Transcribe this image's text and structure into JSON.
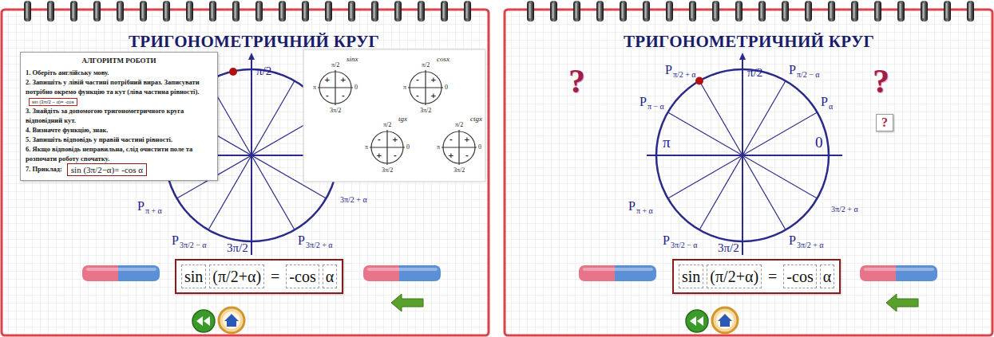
{
  "diagram": {
    "title": "ТРИГОНОМЕТРИЧНИЙ КРУГ",
    "nodes": [
      {
        "text": [
          "АЛГОРИТМ РОБОТИ",
          "1. Оберіть англійську мову.",
          "2. Запишіть у лівій частині потрібний вираз. Записувати потрібно окремо функцію та кут (ліва частина рівності).",
          "3. Знайдіть за допомогою тригонометричного круга відповідний кут.",
          "4. Визначте функцію, знак.",
          "5. Запишіть відповідь у правій частині рівності.",
          "6. Якщо відповідь неправильна, слід очистити поле та розпочати роботу спочатку.",
          "7. Приклад:"
        ]
      },
      {
        "text": [
          "sin (3π/2 − α)= -cos"
        ],
        "in": 0
      },
      {
        "text": [
          "sin (3π/2−α)= -cos α"
        ],
        "in": 0
      },
      {
        "text": [
          "="
        ]
      },
      {
        "text": [
          "sin"
        ],
        "in": 3
      },
      {
        "text": [
          "(π/2+α)"
        ],
        "in": 3
      },
      {
        "text": [
          "-cos"
        ],
        "in": 3
      },
      {
        "text": [
          "α"
        ],
        "in": 3
      },
      {
        "text": [
          "?"
        ]
      },
      {
        "text": [
          "="
        ]
      },
      {
        "text": [
          "sin"
        ],
        "in": 9
      },
      {
        "text": [
          "(π/2+α)"
        ],
        "in": 9
      },
      {
        "text": [
          "-cos"
        ],
        "in": 9
      },
      {
        "text": [
          "α"
        ],
        "in": 9
      }
    ],
    "labels": [
      "ТРИГОНОМЕТРИЧНИЙ КРУГ",
      "π/2",
      "P",
      "π + α",
      "3π/2 + α",
      "P",
      "3π/2 − α",
      "3π/2",
      "P",
      "3π/2 + α",
      "sinx",
      "π/2",
      "π",
      "0",
      "3π/2",
      "+",
      "+",
      "-",
      "-",
      "cosx",
      "π/2",
      "π",
      "0",
      "3π/2",
      "-",
      "+",
      "-",
      "+",
      "tgx",
      "π/2",
      "π",
      "0",
      "3π/2",
      "-",
      "+",
      "+",
      "-",
      "ctgx",
      "π/2",
      "π",
      "0",
      "3π/2",
      "-",
      "+",
      "+",
      "-",
      "?",
      "?",
      "π/2",
      "P",
      "π/2 + α",
      "P",
      "π/2 − α",
      "P",
      "π − α",
      "P",
      "α",
      "π",
      "0",
      "P",
      "π + α",
      "3π/2 + α",
      "P",
      "3π/2 − α",
      "3π/2",
      "P",
      "3π/2 + α"
    ]
  }
}
